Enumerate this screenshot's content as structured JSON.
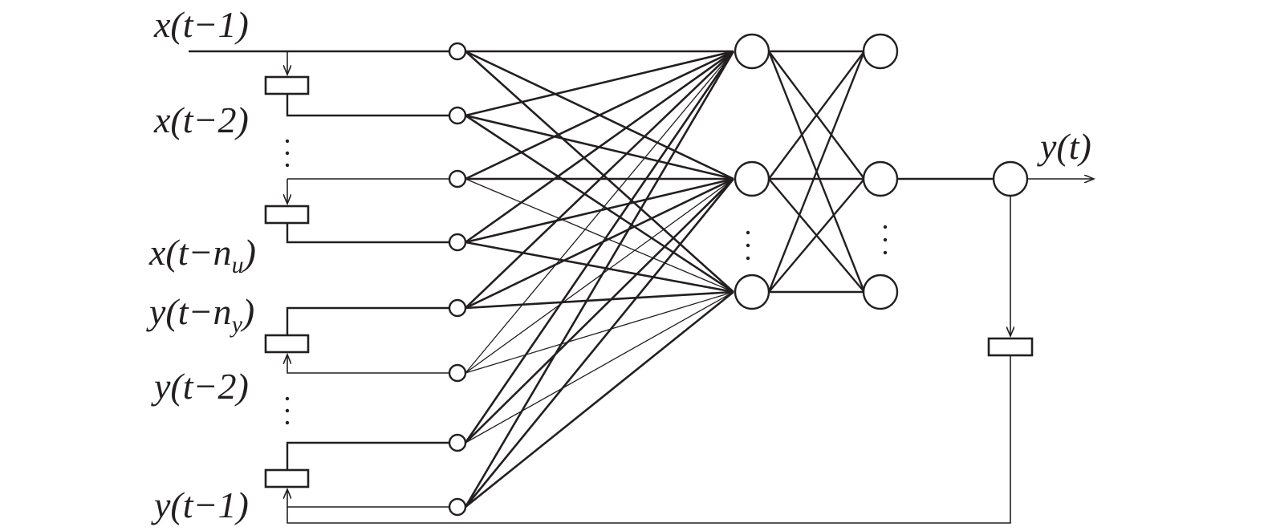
{
  "inputs": {
    "x1": {
      "base": "x(t−1)"
    },
    "x2": {
      "base": "x(t−2)"
    },
    "xn": {
      "base": "x(t−n",
      "sub": "u",
      "close": ")"
    },
    "yn": {
      "base": "y(t−n",
      "sub": "y",
      "close": ")"
    },
    "y2": {
      "base": "y(t−2)"
    },
    "y1": {
      "base": "y(t−1)"
    }
  },
  "output": {
    "label": "y(t)"
  },
  "colors": {
    "ink": "#231f20",
    "background": "#ffffff"
  }
}
